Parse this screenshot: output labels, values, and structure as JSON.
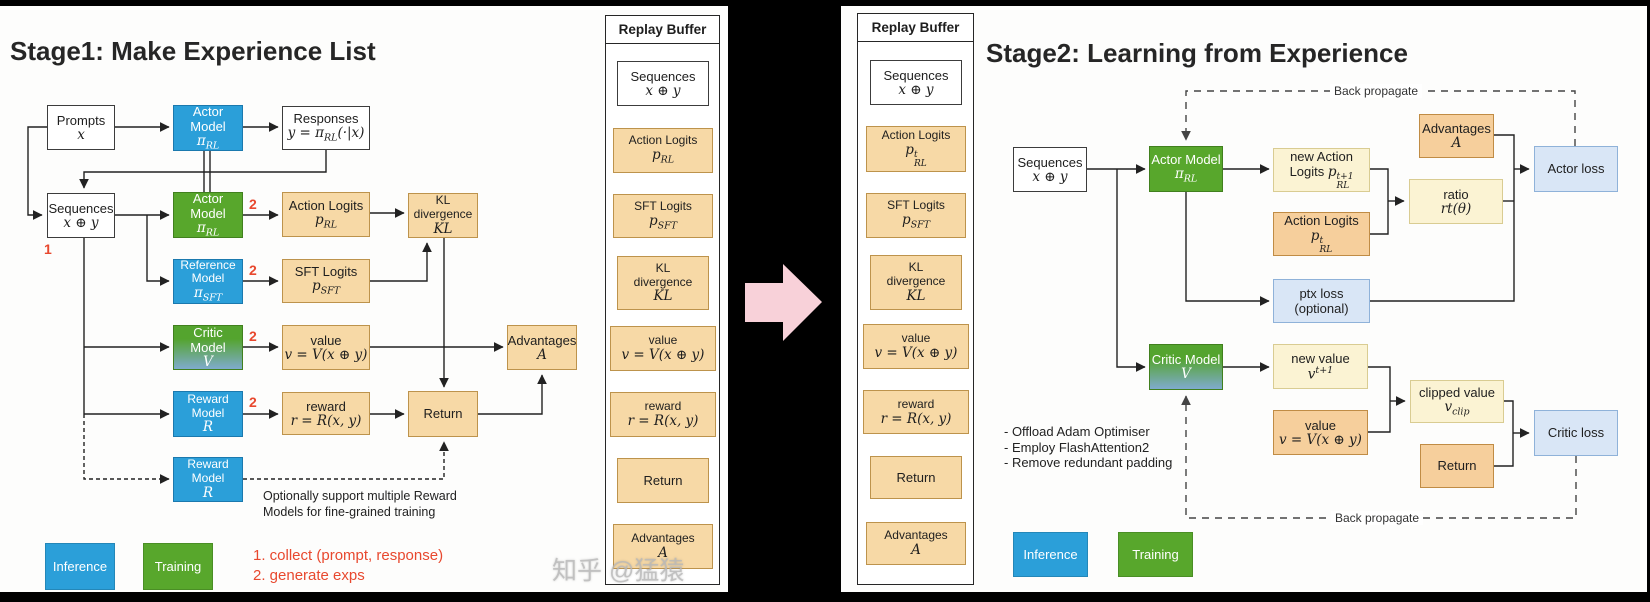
{
  "s1": {
    "title": "Stage1: Make Experience List",
    "prompts": {
      "l": "Prompts",
      "m": "x"
    },
    "actor_infer": {
      "l": "Actor Model",
      "sym": "π",
      "sub": "RL"
    },
    "responses": {
      "l": "Responses",
      "m1": "y = π",
      "sub": "RL",
      "m2": "(·|x)"
    },
    "sequences": {
      "l": "Sequences",
      "m": "x ⊕ y"
    },
    "actor_train": {
      "l": "Actor Model",
      "sym": "π",
      "sub": "RL"
    },
    "action_logits": {
      "l": "Action Logits",
      "m": "p",
      "sub": "RL"
    },
    "kl": {
      "l1": "KL",
      "l2": "divergence",
      "m": "KL"
    },
    "reference": {
      "l1": "Reference",
      "l2": "Model",
      "sym": "π",
      "sub": "SFT"
    },
    "sft_logits": {
      "l": "SFT Logits",
      "m": "p",
      "sub": "SFT"
    },
    "critic": {
      "l": "Critic Model",
      "m": "V"
    },
    "value": {
      "l": "value",
      "m": "v = V(x ⊕ y)"
    },
    "advantages": {
      "l": "Advantages",
      "m": "A"
    },
    "reward_model": {
      "l1": "Reward",
      "l2": "Model",
      "m": "R"
    },
    "reward": {
      "l": "reward",
      "m": "r = R(x, y)"
    },
    "return": {
      "l": "Return"
    },
    "reward_model2": {
      "l1": "Reward",
      "l2": "Model",
      "m": "R"
    },
    "marker1": "1",
    "marker2": "2",
    "note": {
      "l1": "Optionally support multiple Reward",
      "l2": "Models for fine-grained training"
    },
    "legend": {
      "inference": "Inference",
      "training": "Training"
    },
    "red_notes": {
      "n1": "1. collect (prompt, response)",
      "n2": "2. generate exps"
    }
  },
  "rbL": {
    "title": "Replay Buffer",
    "sequences": {
      "l": "Sequences",
      "m": "x ⊕ y"
    },
    "action_logits": {
      "l": "Action Logits",
      "m": "p",
      "sub": "RL"
    },
    "sft_logits": {
      "l": "SFT Logits",
      "m": "p",
      "sub": "SFT"
    },
    "kl": {
      "l1": "KL",
      "l2": "divergence",
      "m": "KL"
    },
    "value": {
      "l": "value",
      "m": "v = V(x ⊕ y)"
    },
    "reward": {
      "l": "reward",
      "m": "r = R(x, y)"
    },
    "return": {
      "l": "Return"
    },
    "advantages": {
      "l": "Advantages",
      "m": "A"
    }
  },
  "rbR": {
    "title": "Replay Buffer",
    "sequences": {
      "l": "Sequences",
      "m": "x ⊕ y"
    },
    "action_logits": {
      "l": "Action Logits",
      "m": "p",
      "sup": "t",
      "sub": "RL"
    },
    "sft_logits": {
      "l": "SFT Logits",
      "m": "p",
      "sub": "SFT"
    },
    "kl": {
      "l1": "KL",
      "l2": "divergence",
      "m": "KL"
    },
    "value": {
      "l": "value",
      "m": "v = V(x ⊕ y)"
    },
    "reward": {
      "l": "reward",
      "m": "r = R(x, y)"
    },
    "return": {
      "l": "Return"
    },
    "advantages": {
      "l": "Advantages",
      "m": "A"
    }
  },
  "s2": {
    "title": "Stage2: Learning from Experience",
    "sequences": {
      "l": "Sequences",
      "m": "x ⊕ y"
    },
    "actor": {
      "l": "Actor Model",
      "sym": "π",
      "sub": "RL"
    },
    "new_action_logits": {
      "l1": "new Action",
      "l2": "Logits ",
      "m": "p",
      "sup": "t+1",
      "sub": "RL"
    },
    "advantages": {
      "l": "Advantages",
      "m": "A"
    },
    "actor_loss": {
      "l": "Actor loss"
    },
    "ratio": {
      "l": "ratio",
      "m": "rt(θ)"
    },
    "action_logits": {
      "l": "Action Logits",
      "m": "p",
      "sup": "t",
      "sub": "RL"
    },
    "ptx_loss": {
      "l1": "ptx loss",
      "l2": "(optional)"
    },
    "critic": {
      "l": "Critic Model",
      "m": "V"
    },
    "new_value": {
      "l": "new value",
      "m": "v",
      "sup": "t+1"
    },
    "value": {
      "l": "value",
      "m": "v = V(x ⊕ y)"
    },
    "clipped_value": {
      "l": "clipped value",
      "m": "v",
      "sub": "clip"
    },
    "return": {
      "l": "Return"
    },
    "critic_loss": {
      "l": "Critic loss"
    },
    "back_prop_top": "Back propagate",
    "back_prop_bottom": "Back propagate",
    "notes": {
      "n1": "- Offload Adam Optimiser",
      "n2": "- Employ FlashAttention2",
      "n3": "- Remove redundant padding"
    },
    "legend": {
      "inference": "Inference",
      "training": "Training"
    }
  },
  "watermark": "知乎 @猛猿",
  "colors": {
    "inference_blue": "#2b9fd9",
    "training_green": "#58a72c",
    "stage1_tan": "#f7d9a6",
    "stage2_yellow": "#fbf3d3",
    "stage2_orange": "#f6cf9c",
    "loss_blue": "#d9e6f6",
    "annotation_red": "#e8482e",
    "transition_arrow_pink": "#f8d1d9",
    "background": "#000000"
  }
}
